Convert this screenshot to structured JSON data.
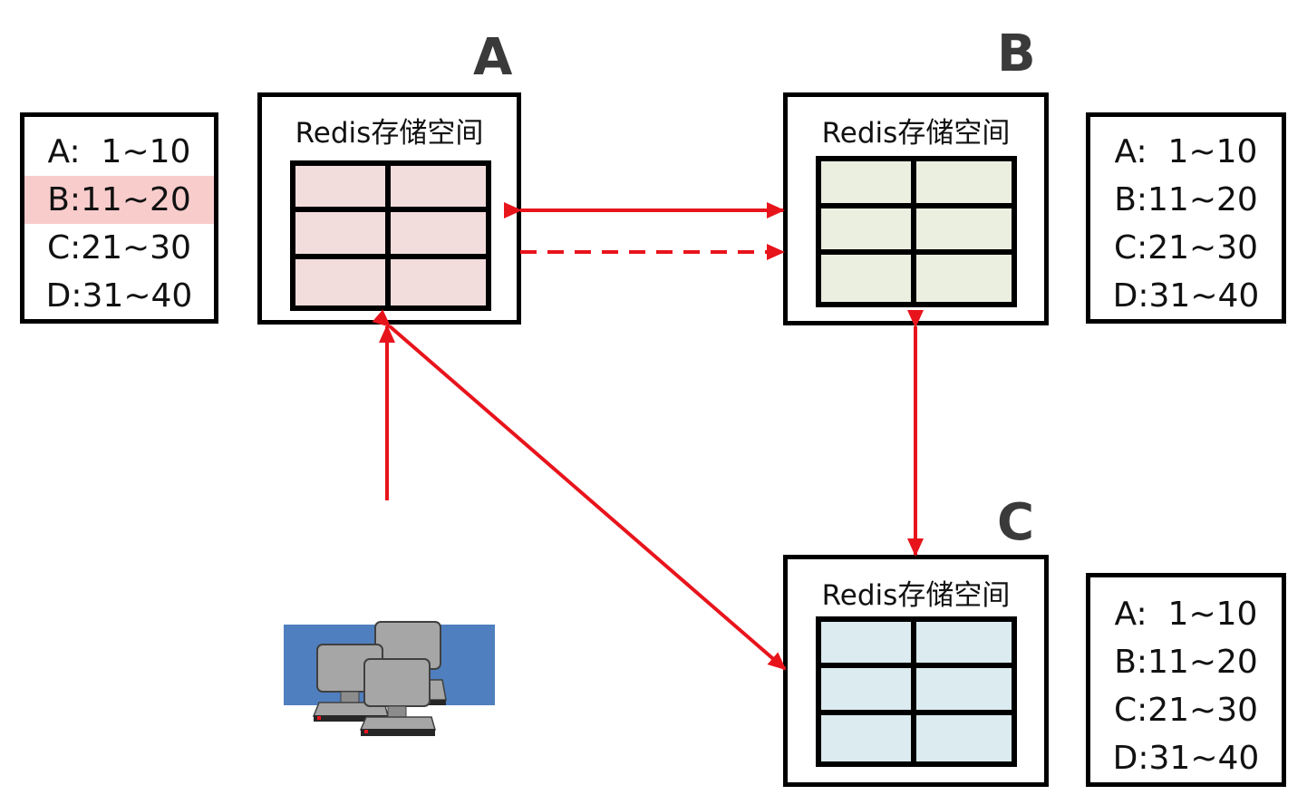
{
  "nodes": [
    {
      "id": "A",
      "label": "A",
      "title": "Redis存储空间",
      "fill": "#f3dcdc"
    },
    {
      "id": "B",
      "label": "B",
      "title": "Redis存储空间",
      "fill": "#ebefe0"
    },
    {
      "id": "C",
      "label": "C",
      "title": "Redis存储空间",
      "fill": "#dbebf0"
    }
  ],
  "slot_table_left": [
    "A:  1~10",
    "B:11~20",
    "C:21~30",
    "D:31~40"
  ],
  "slot_table_left_highlight": "B:11~20",
  "slot_table_b": [
    "A:  1~10",
    "B:11~20",
    "C:21~30",
    "D:31~40"
  ],
  "slot_table_c": [
    "A:  1~10",
    "B:11~20",
    "C:21~30",
    "D:31~40"
  ],
  "colors": {
    "arrow": "#e8141c",
    "client_bg": "#4f7fbf",
    "highlight": "#f9cccc"
  },
  "icons": [
    "client-computers-icon"
  ]
}
